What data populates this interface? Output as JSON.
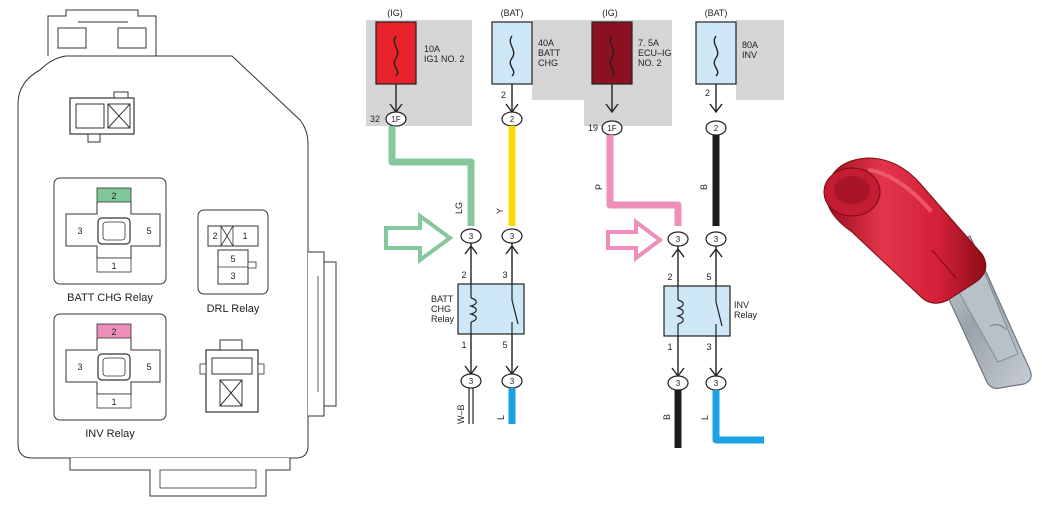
{
  "colors": {
    "wire_lg": "#86c79b",
    "wire_y": "#f5d90a",
    "wire_p": "#ee8fb9",
    "wire_b": "#1c1c1c",
    "wire_l": "#19a3e6",
    "fuse_ig": "#e8222a",
    "fuse_ecu": "#8b1020",
    "fuse_bat": "#cfe8f7",
    "relay_fill": "#cfe8f7",
    "gray_box": "#d5d5d5",
    "pin_green": "#80c89c",
    "pin_pink": "#ee8fb9",
    "terminal_red": "#d6263a"
  },
  "relay_box": {
    "batt_chg_relay": {
      "label": "BATT CHG Relay",
      "pins": [
        "2",
        "3",
        "5",
        "1"
      ]
    },
    "inv_relay": {
      "label": "INV Relay",
      "pins": [
        "2",
        "3",
        "5",
        "1"
      ]
    },
    "drl_relay": {
      "label": "DRL Relay",
      "pins": [
        "2",
        "1",
        "5",
        "3"
      ]
    }
  },
  "circuit_1": {
    "fuse_ig": {
      "source": "(IG)",
      "rating": "10A",
      "name": "IG1 NO. 2",
      "pin": "32",
      "connector": "1F"
    },
    "fuse_bat": {
      "source": "(BAT)",
      "rating": "40A",
      "name1": "BATT",
      "name2": "CHG",
      "pin": "2",
      "connector": "2"
    },
    "wire_left": "LG",
    "wire_right": "Y",
    "conn_top_left": "3",
    "conn_top_right": "3",
    "relay": {
      "name1": "BATT",
      "name2": "CHG",
      "name3": "Relay",
      "pin_tl": "2",
      "pin_tr": "3",
      "pin_bl": "1",
      "pin_br": "5"
    },
    "conn_bottom_left": "3",
    "conn_bottom_right": "3",
    "wire_out_left": "W–B",
    "wire_out_right": "L"
  },
  "circuit_2": {
    "fuse_ig": {
      "source": "(IG)",
      "rating": "7. 5A",
      "name1": "ECU–IG",
      "name2": "NO. 2",
      "pin": "19",
      "connector": "1F"
    },
    "fuse_bat": {
      "source": "(BAT)",
      "rating": "80A",
      "name": "INV",
      "pin": "2",
      "connector": "2"
    },
    "wire_left": "P",
    "wire_right": "B",
    "conn_top_left": "3",
    "conn_top_right": "3",
    "relay": {
      "name1": "INV",
      "name2": "Relay",
      "pin_tl": "2",
      "pin_tr": "5",
      "pin_bl": "1",
      "pin_br": "3"
    },
    "conn_bottom_left": "3",
    "conn_bottom_right": "3",
    "wire_out_left": "B",
    "wire_out_right": "L"
  }
}
